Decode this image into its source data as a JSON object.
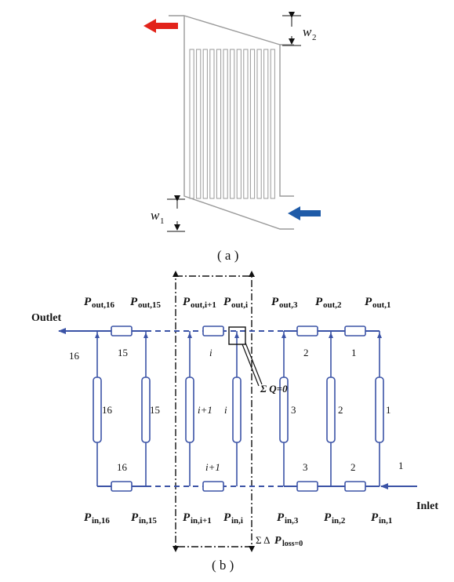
{
  "colors": {
    "manifold_outline": "#9a9a9a",
    "hot_arrow": "#e2231a",
    "cold_arrow": "#1f5ba8",
    "network": "#3b53a6",
    "frame": "#111111"
  },
  "part_a": {
    "caption": "( a )",
    "w1_symbol": "w",
    "w1_sub": "1",
    "w2_symbol": "w",
    "w2_sub": "2",
    "hot_arrow_icon": "arrow-left-icon",
    "cold_arrow_icon": "arrow-left-icon"
  },
  "part_b": {
    "caption": "( b )",
    "outlet_label": "Outlet",
    "inlet_label": "Inlet",
    "p_out_labels": [
      {
        "main": "P",
        "sub": "out,16"
      },
      {
        "main": "P",
        "sub": "out,15"
      },
      {
        "main": "P",
        "sub": "out,i+1"
      },
      {
        "main": "P",
        "sub": "out,i"
      },
      {
        "main": "P",
        "sub": "out,3"
      },
      {
        "main": "P",
        "sub": "out,2"
      },
      {
        "main": "P",
        "sub": "out,1"
      }
    ],
    "p_in_labels": [
      {
        "main": "P",
        "sub": "in,16"
      },
      {
        "main": "P",
        "sub": "in,15"
      },
      {
        "main": "P",
        "sub": "in,i+1"
      },
      {
        "main": "P",
        "sub": "in,i"
      },
      {
        "main": "P",
        "sub": "in,3"
      },
      {
        "main": "P",
        "sub": "in,2"
      },
      {
        "main": "P",
        "sub": "in,1"
      }
    ],
    "top_resistor_labels": [
      "15",
      "i",
      "2",
      "1"
    ],
    "bottom_resistor_labels": [
      "16",
      "i+1",
      "3",
      "2"
    ],
    "channel_labels": [
      "16",
      "15",
      "i+1",
      "i",
      "3",
      "2",
      "1"
    ],
    "outlet_segment_label": "16",
    "inlet_segment_label": "1",
    "sum_q": "Σ Q=0",
    "sum_p_prefix": "Σ Δ ",
    "sum_p_main": "P",
    "sum_p_sub": "loss=0"
  }
}
